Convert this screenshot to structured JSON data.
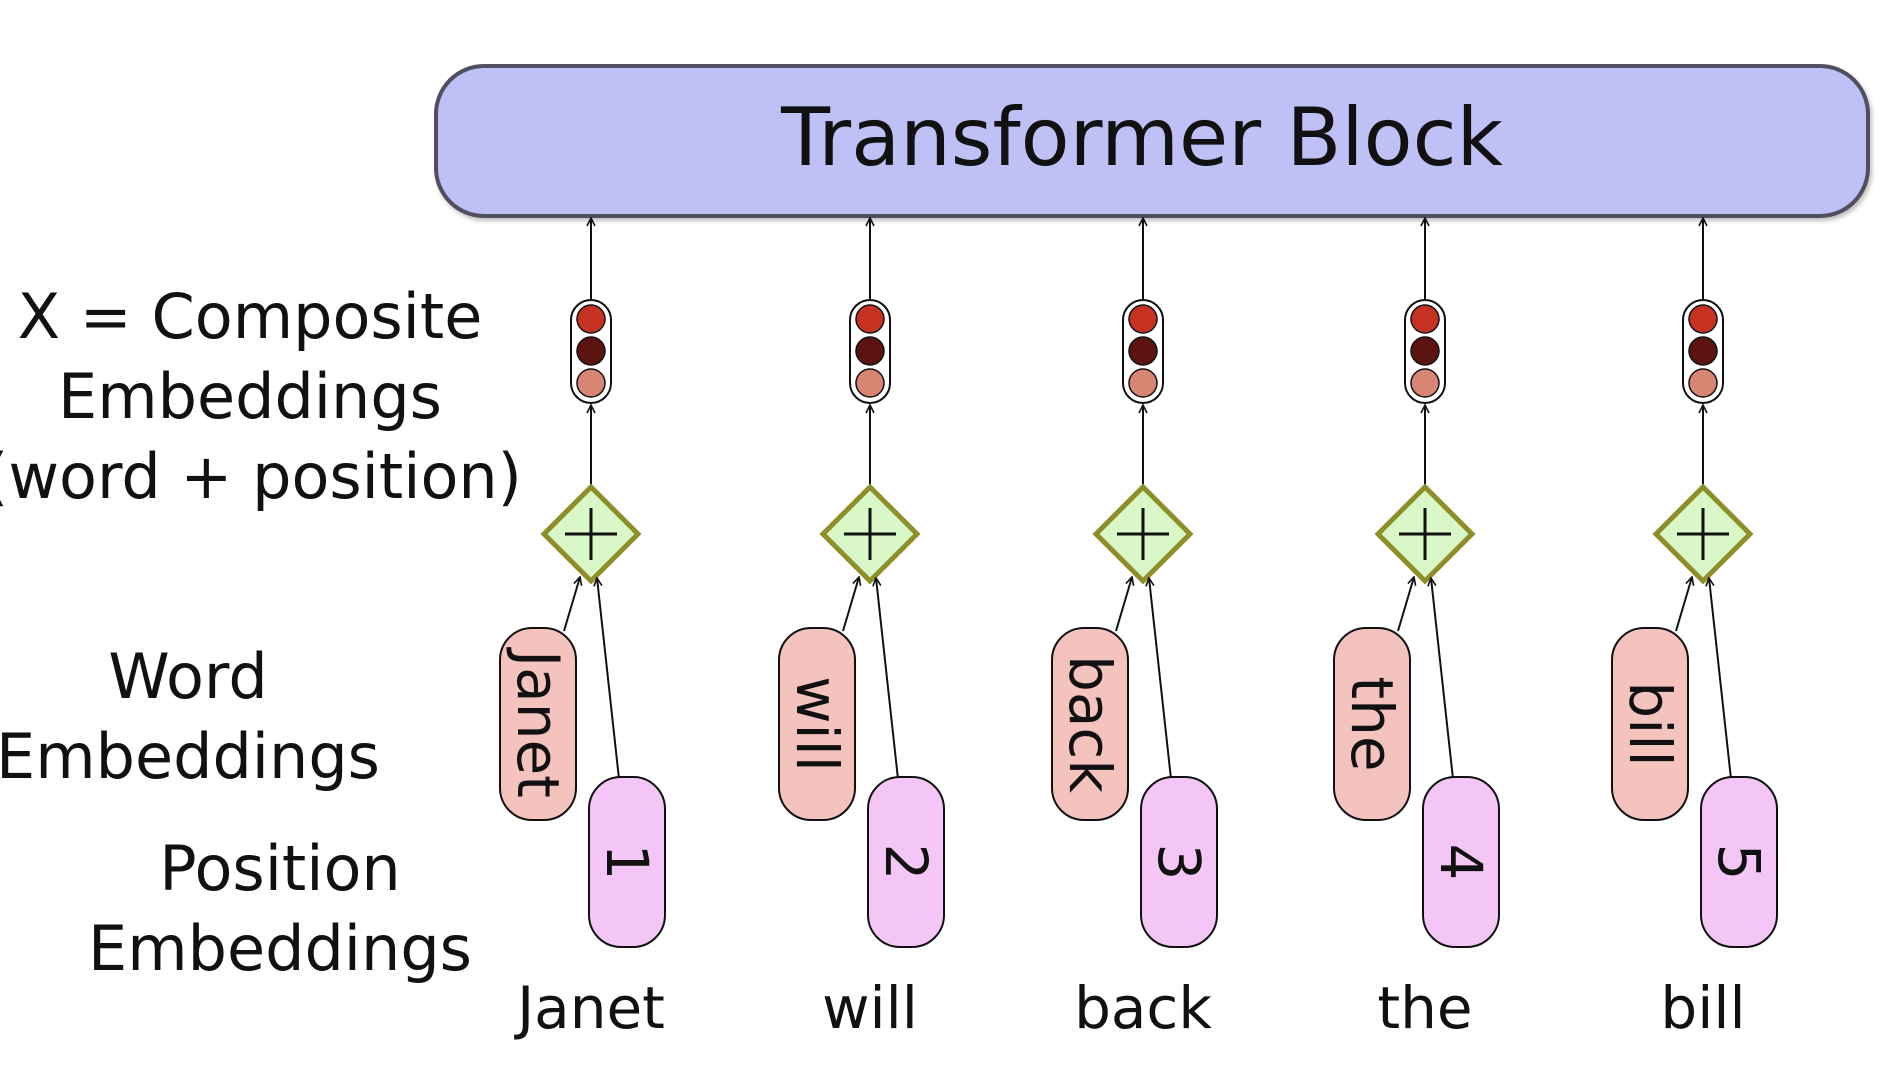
{
  "header": {
    "block_label": "Transformer Block"
  },
  "labels": {
    "composite": [
      "X = Composite",
      "Embeddings",
      "(word + position)"
    ],
    "word": [
      "Word",
      "Embeddings"
    ],
    "position": [
      "Position",
      "Embeddings"
    ]
  },
  "plus_symbol": "+",
  "tokens": [
    {
      "word": "Janet",
      "position": "1"
    },
    {
      "word": "will",
      "position": "2"
    },
    {
      "word": "back",
      "position": "3"
    },
    {
      "word": "the",
      "position": "4"
    },
    {
      "word": "bill",
      "position": "5"
    }
  ],
  "colors": {
    "block_fill": "#bfc0f5",
    "block_stroke": "#505060",
    "word_fill": "#f5c3bd",
    "position_fill": "#f4c6f5",
    "plus_fill": "#d9f7c7",
    "plus_stroke": "#8f8f2a",
    "dot_top": "#c63222",
    "dot_middle": "#5a130e",
    "dot_bottom": "#d98573"
  }
}
